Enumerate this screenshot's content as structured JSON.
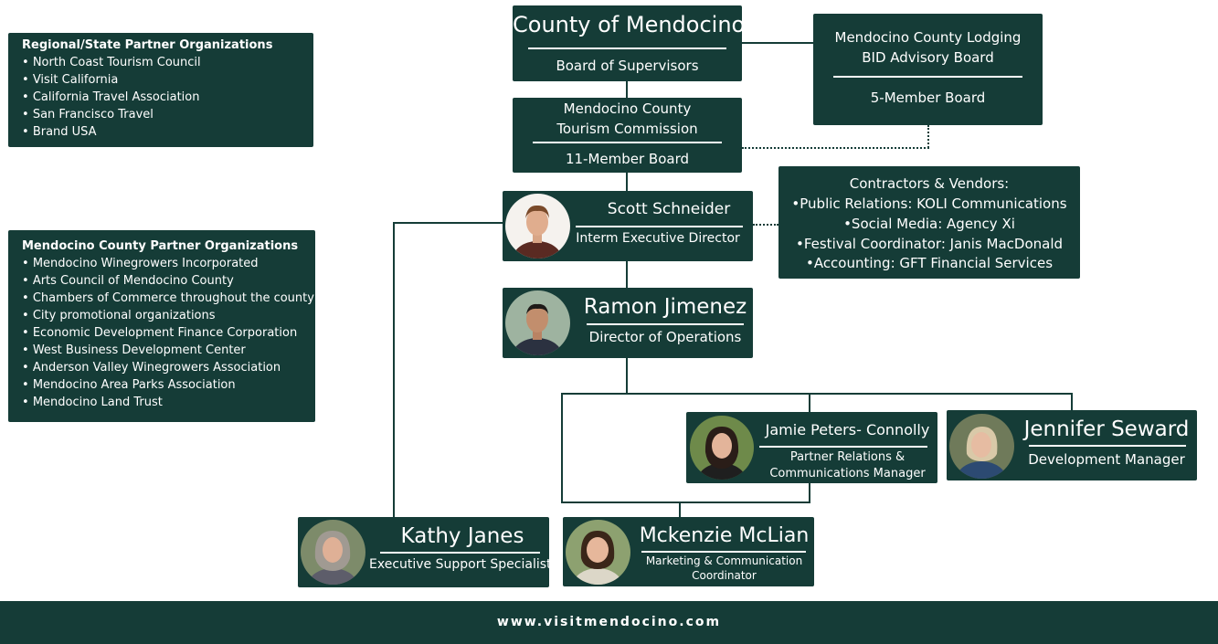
{
  "regional_partners": {
    "title": "Regional/State Partner Organizations",
    "items": [
      "North Coast Tourism Council",
      "Visit California",
      "California Travel Association",
      "San Francisco Travel",
      "Brand USA"
    ]
  },
  "county_partners": {
    "title": "Mendocino County Partner Organizations",
    "items": [
      "Mendocino Winegrowers Incorporated",
      "Arts Council of Mendocino County",
      "Chambers of Commerce throughout the county",
      "City promotional organizations",
      "Economic Development Finance Corporation",
      "West Business Development Center",
      "Anderson Valley Winegrowers Association",
      "Mendocino Area Parks Association",
      "Mendocino Land Trust"
    ]
  },
  "county": {
    "title": "County of  Mendocino",
    "subtitle": "Board of Supervisors"
  },
  "lodging_bid": {
    "title_line1": "Mendocino County Lodging",
    "title_line2": "BID Advisory Board",
    "subtitle": "5-Member Board"
  },
  "tourism_commission": {
    "title_line1": "Mendocino County",
    "title_line2": "Tourism Commission",
    "subtitle": "11-Member Board"
  },
  "contractors": {
    "title": "Contractors & Vendors:",
    "items": [
      "•Public Relations: KOLI Communications",
      "•Social Media: Agency Xi",
      "•Festival Coordinator: Janis MacDonald",
      "•Accounting: GFT Financial Services"
    ]
  },
  "people": {
    "scott": {
      "name": "Scott Schneider",
      "role": "Interm Executive Director"
    },
    "ramon": {
      "name": "Ramon Jimenez",
      "role": "Director of Operations"
    },
    "jamie": {
      "name": "Jamie Peters- Connolly",
      "role_line1": "Partner Relations &",
      "role_line2": "Communications Manager"
    },
    "jennifer": {
      "name": "Jennifer Seward",
      "role": "Development Manager"
    },
    "kathy": {
      "name": "Kathy Janes",
      "role": "Executive Support Specialist"
    },
    "mckenzie": {
      "name": "Mckenzie McLian",
      "role_line1": "Marketing & Communication",
      "role_line2": "Coordinator"
    }
  },
  "footer": {
    "url": "www.visitmendocino.com"
  },
  "colors": {
    "box": "#153c37",
    "text": "#ffffff",
    "background": "#ffffff"
  }
}
